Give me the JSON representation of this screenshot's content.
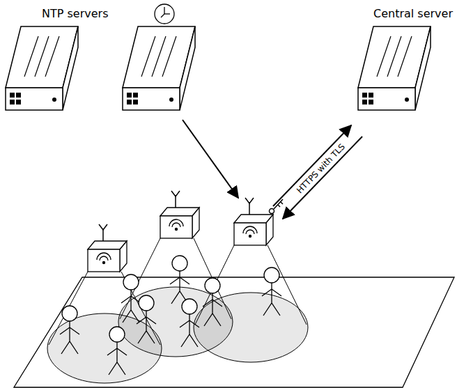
{
  "diagram": {
    "labels": [
      "NTP servers",
      "Central server",
      "HTTPS with TLS"
    ]
  }
}
